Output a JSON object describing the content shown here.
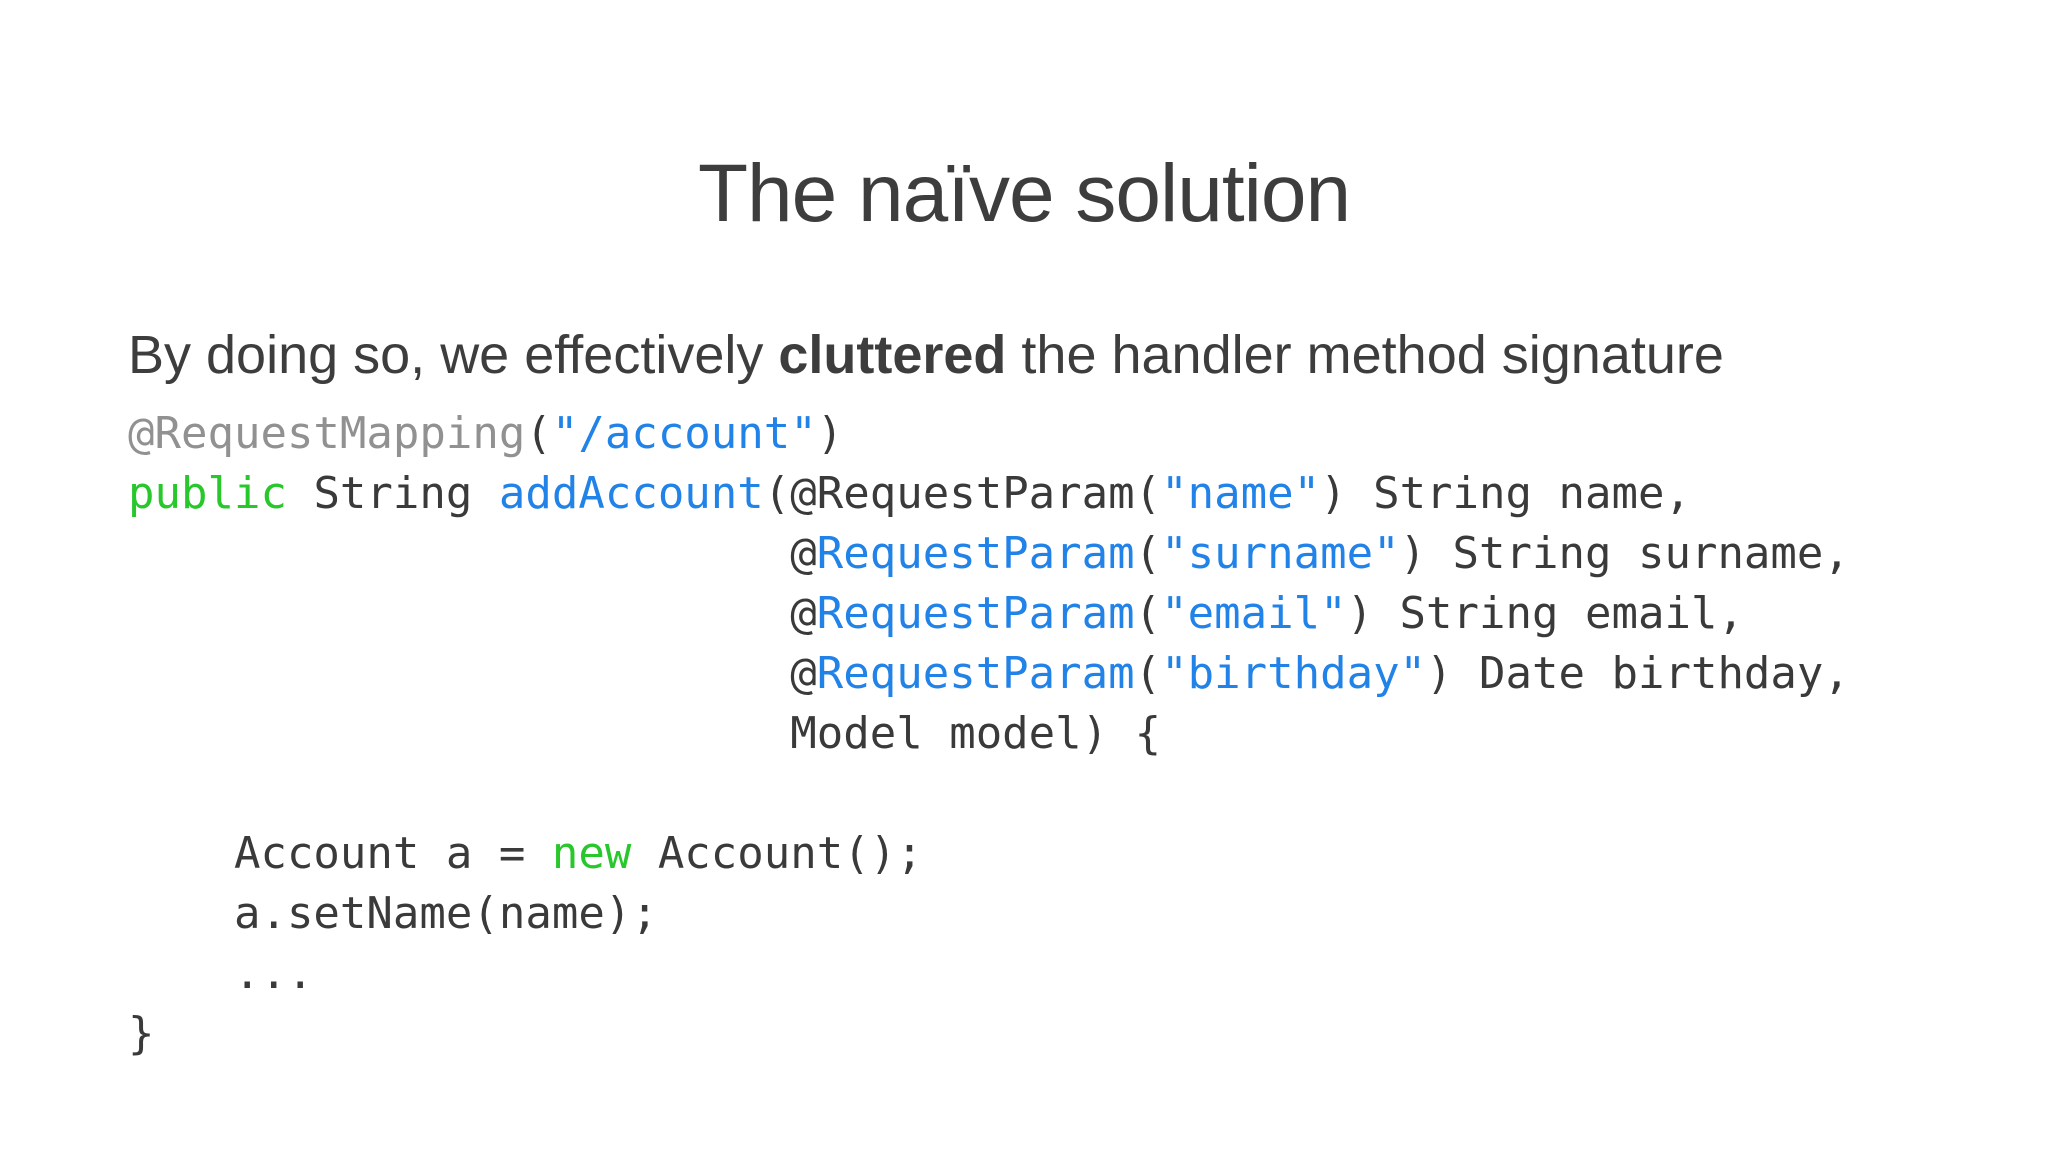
{
  "title": {
    "text": "The naïve solution"
  },
  "subtitle": {
    "before": "By doing so, we effectively ",
    "bold": "cluttered",
    "after": " the handler method signature"
  },
  "colors": {
    "background": "#ffffff",
    "text": "#3d3d3d",
    "code_plain": "#3a3a3a",
    "code_gray": "#919191",
    "code_blue": "#2182e8",
    "code_green": "#28c82d"
  },
  "code": {
    "language": "java",
    "lines": [
      [
        [
          "gray",
          "@RequestMapping"
        ],
        [
          "plain",
          "("
        ],
        [
          "blue",
          "\"/account\""
        ],
        [
          "plain",
          ")"
        ]
      ],
      [
        [
          "green",
          "public"
        ],
        [
          "plain",
          " String "
        ],
        [
          "blue",
          "addAccount"
        ],
        [
          "plain",
          "(@RequestParam("
        ],
        [
          "blue",
          "\"name\""
        ],
        [
          "plain",
          ") String name,"
        ]
      ],
      [
        [
          "plain",
          "                         @"
        ],
        [
          "blue",
          "RequestParam"
        ],
        [
          "plain",
          "("
        ],
        [
          "blue",
          "\"surname\""
        ],
        [
          "plain",
          ") String surname,"
        ]
      ],
      [
        [
          "plain",
          "                         @"
        ],
        [
          "blue",
          "RequestParam"
        ],
        [
          "plain",
          "("
        ],
        [
          "blue",
          "\"email\""
        ],
        [
          "plain",
          ") String email,"
        ]
      ],
      [
        [
          "plain",
          "                         @"
        ],
        [
          "blue",
          "RequestParam"
        ],
        [
          "plain",
          "("
        ],
        [
          "blue",
          "\"birthday\""
        ],
        [
          "plain",
          ") Date birthday,"
        ]
      ],
      [
        [
          "plain",
          "                         Model model) {"
        ]
      ],
      [],
      [
        [
          "plain",
          "    Account a = "
        ],
        [
          "green",
          "new"
        ],
        [
          "plain",
          " Account();"
        ]
      ],
      [
        [
          "plain",
          "    a.setName(name);"
        ]
      ],
      [
        [
          "plain",
          "    ..."
        ]
      ],
      [
        [
          "plain",
          "}"
        ]
      ]
    ]
  }
}
